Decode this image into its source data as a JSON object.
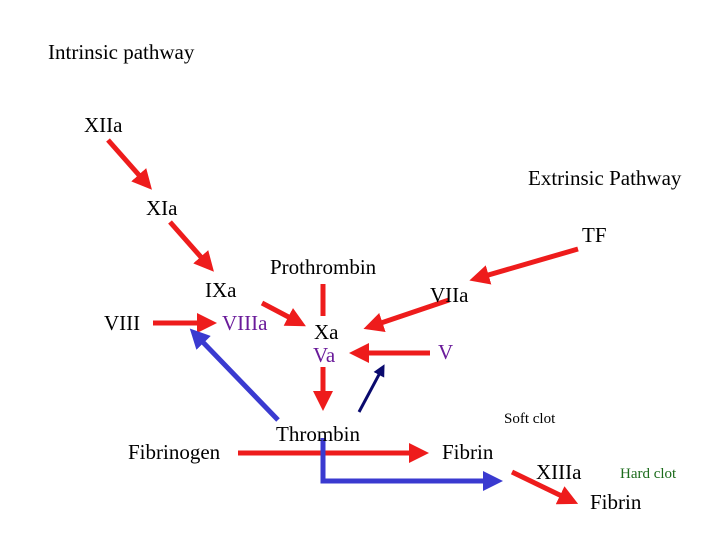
{
  "colors": {
    "text": "#000000",
    "purple_text": "#6a1b9a",
    "green_text": "#1b6b1b",
    "red_arrow": "#ee1c1c",
    "blue_arrow": "#3a3ad0",
    "navy_arrow": "#0a0a6e"
  },
  "labels": {
    "intrinsic_pathway": "Intrinsic pathway",
    "extrinsic_pathway": "Extrinsic Pathway",
    "xiia": "XIIa",
    "xia": "XIa",
    "ixa": "IXa",
    "viii": "VIII",
    "viiia": "VIIIa",
    "prothrombin": "Prothrombin",
    "tf": "TF",
    "viia": "VIIa",
    "xa": "Xa",
    "va": "Va",
    "v": "V",
    "fibrinogen": "Fibrinogen",
    "thrombin": "Thrombin",
    "fibrin_soft": "Fibrin",
    "soft_clot": "Soft clot",
    "xiiia": "XIIIa",
    "hard_clot": "Hard clot",
    "fibrin_hard": "Fibrin"
  }
}
